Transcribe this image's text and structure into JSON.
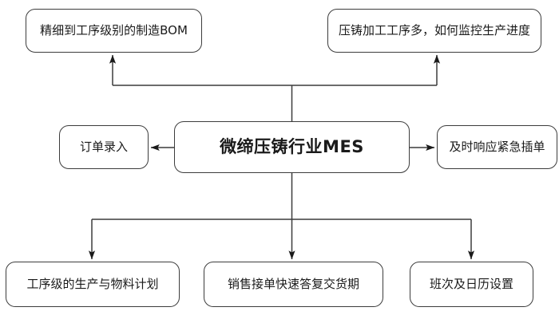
{
  "diagram": {
    "title": "微缔压铸行业MES",
    "type": "radial-flow-diagram",
    "background_color": "#ffffff",
    "stroke_color": "#3c3c3c",
    "text_color": "#1a1a1a",
    "center_node": {
      "id": "center",
      "label": "微缔压铸行业MES"
    },
    "nodes": [
      {
        "id": "top-left",
        "label": "精细到工序级别的制造BOM"
      },
      {
        "id": "top-right",
        "label": "压铸加工工序多，如何监控生产进度"
      },
      {
        "id": "left",
        "label": "订单录入"
      },
      {
        "id": "right",
        "label": "及时响应紧急插单"
      },
      {
        "id": "bottom-left",
        "label": "工序级的生产与物料计划"
      },
      {
        "id": "bottom-mid",
        "label": "销售接单快速答复交货期"
      },
      {
        "id": "bottom-right",
        "label": "班次及日历设置"
      }
    ],
    "connections": [
      {
        "from": "center",
        "to": "top-left",
        "style": "elbow-up",
        "arrow": "to"
      },
      {
        "from": "center",
        "to": "top-right",
        "style": "elbow-up",
        "arrow": "to"
      },
      {
        "from": "center",
        "to": "left",
        "style": "straight",
        "arrow": "to"
      },
      {
        "from": "center",
        "to": "right",
        "style": "straight",
        "arrow": "to"
      },
      {
        "from": "center",
        "to": "bottom-left",
        "style": "elbow-down",
        "arrow": "to"
      },
      {
        "from": "center",
        "to": "bottom-mid",
        "style": "straight",
        "arrow": "to"
      },
      {
        "from": "center",
        "to": "bottom-right",
        "style": "elbow-down",
        "arrow": "to"
      }
    ]
  }
}
